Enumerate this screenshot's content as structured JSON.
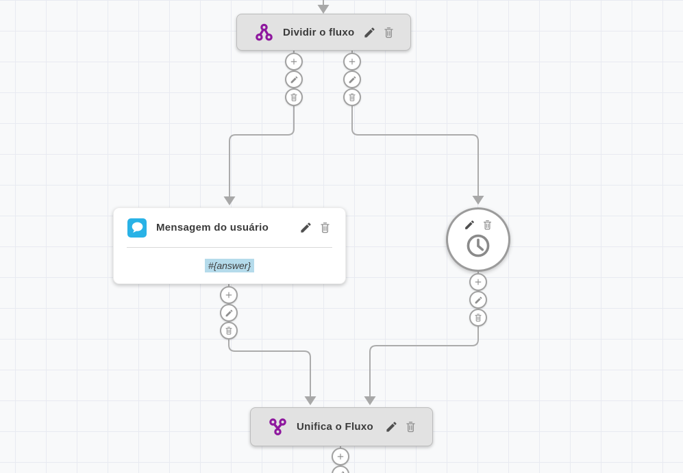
{
  "canvas": {
    "background": "#f8f9fa",
    "grid_color": "#e8eaf1",
    "connector_color": "#ababab"
  },
  "colors": {
    "flow_purple": "#8e189e",
    "message_blue": "#29b2e6",
    "variable_highlight": "#b5dbeb",
    "node_gray": "#e2e2e2"
  },
  "nodes": {
    "split": {
      "title": "Dividir o fluxo",
      "icon": "split-flow-icon",
      "actions": [
        "edit",
        "delete"
      ]
    },
    "user_message": {
      "title": "Mensagem do usuário",
      "icon": "chat-bubble-icon",
      "body_value": "#{answer}",
      "actions": [
        "edit",
        "delete"
      ]
    },
    "timer": {
      "icon": "clock-icon",
      "actions": [
        "edit",
        "delete"
      ]
    },
    "merge": {
      "title": "Unifica o Fluxo",
      "icon": "merge-flow-icon",
      "actions": [
        "edit",
        "delete"
      ]
    }
  },
  "port_buttons": [
    "add",
    "edit",
    "delete"
  ]
}
